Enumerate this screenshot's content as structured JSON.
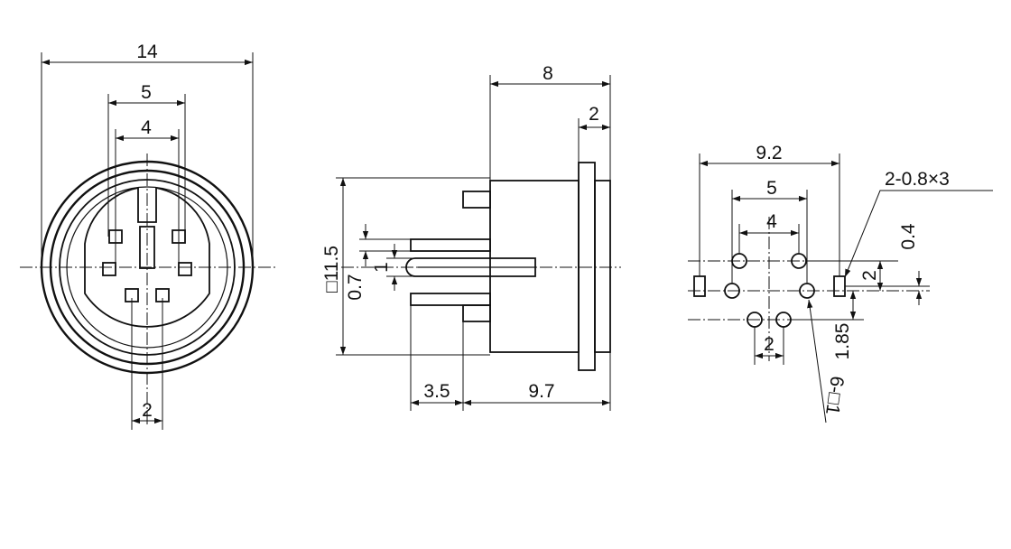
{
  "front_view": {
    "overall_width": "14",
    "outer_pin_span": "5",
    "inner_pin_span": "4",
    "key_width": "2"
  },
  "side_view": {
    "depth": "8",
    "flange_thickness": "2",
    "body_size": "□11.5",
    "pin_width": "0.7",
    "pin_thickness": "1",
    "pin_length": "3.5",
    "body_length": "9.7"
  },
  "pcb_layout": {
    "tab_span": "9.2",
    "outer_hole_span": "5",
    "inner_hole_span": "4",
    "tab_slot": "2-0.8×3",
    "row_offset": "0.4",
    "tab_row_offset": "2",
    "bottom_hole_pitch": "2",
    "bottom_row_offset": "1.85",
    "hole_callout": "6-□1"
  }
}
